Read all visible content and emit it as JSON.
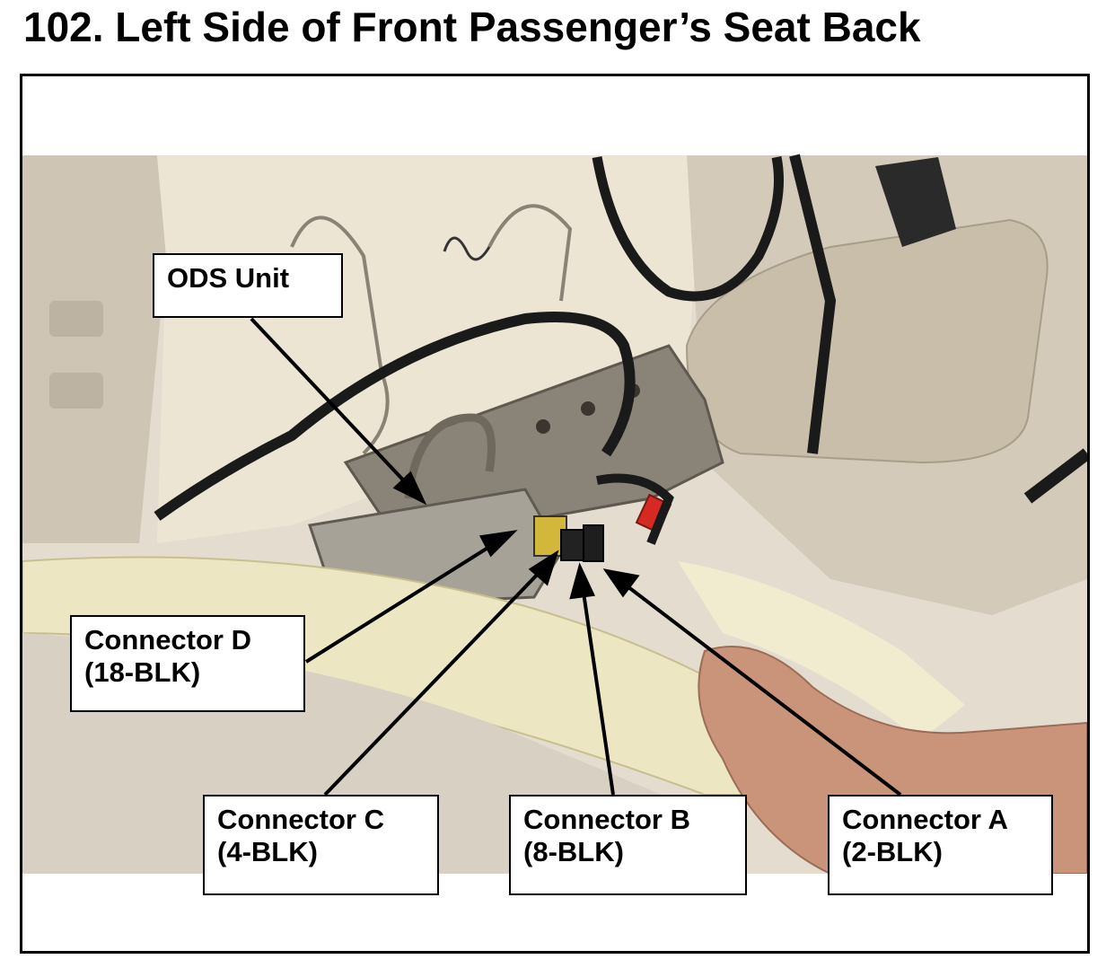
{
  "page": {
    "title": "102.  Left Side of Front Passenger’s Seat Back"
  },
  "callouts": [
    {
      "id": "ods",
      "lines": [
        "ODS Unit"
      ]
    },
    {
      "id": "d",
      "lines": [
        "Connector D",
        "(18-BLK)"
      ]
    },
    {
      "id": "c",
      "lines": [
        "Connector C",
        "(4-BLK)"
      ]
    },
    {
      "id": "b",
      "lines": [
        "Connector B",
        "(8-BLK)"
      ]
    },
    {
      "id": "a",
      "lines": [
        "Connector A",
        "(2-BLK)"
      ]
    }
  ],
  "colors": {
    "frame": "#000000",
    "seat_trim": "#d2c8b8",
    "foam": "#ece6c2",
    "harness": "#1a1a1a",
    "connector_red": "#d42a22"
  }
}
